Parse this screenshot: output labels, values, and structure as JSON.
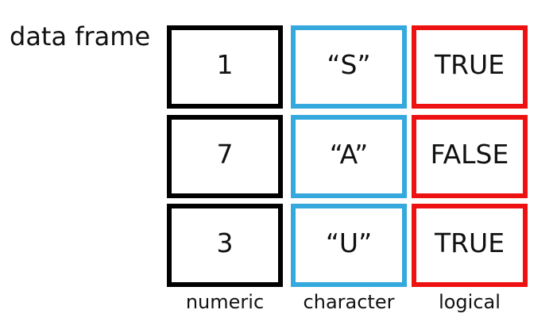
{
  "title": "data frame",
  "columns": [
    {
      "label": "numeric",
      "color": "#000000",
      "values": [
        "1",
        "7",
        "3"
      ]
    },
    {
      "label": "character",
      "color": "#35a9dd",
      "values": [
        "“S”",
        "“A”",
        "“U”"
      ]
    },
    {
      "label": "logical",
      "color": "#ee1111",
      "values": [
        "TRUE",
        "FALSE",
        "TRUE"
      ]
    }
  ]
}
